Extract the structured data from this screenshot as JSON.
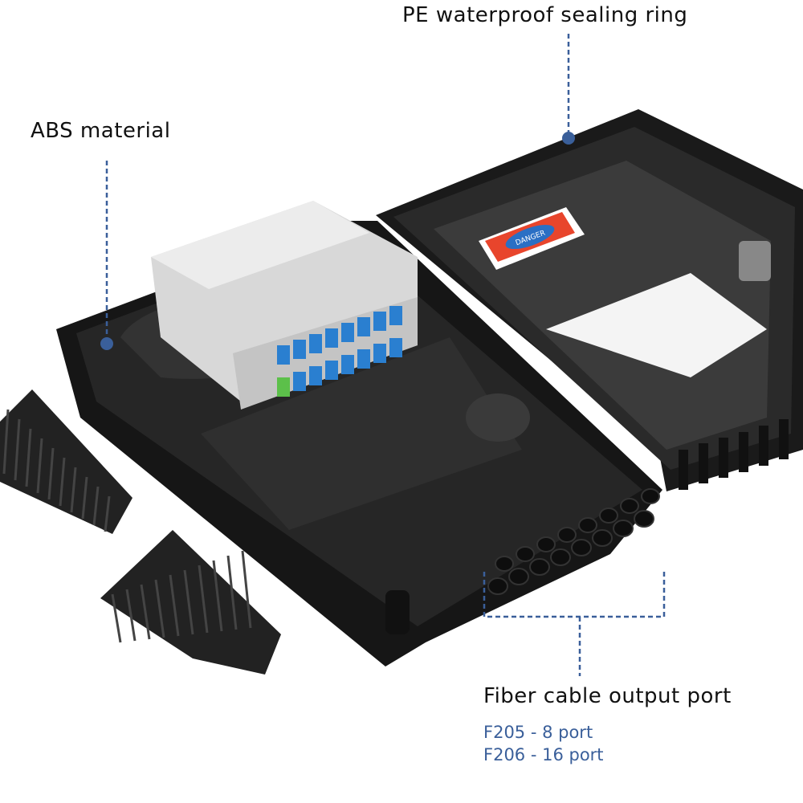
{
  "annotations": {
    "sealing_ring": "PE waterproof sealing ring",
    "material": "ABS material",
    "output_port": "Fiber cable output port",
    "variants": [
      "F205 - 8 port",
      "F206 - 16 port"
    ]
  },
  "product": {
    "warning_label": "DANGER"
  },
  "colors": {
    "annotation": "#3a5f9a",
    "body": "#1c1c1c",
    "adapter_blue": "#2a7fd0",
    "adapter_green": "#5cc04a",
    "splitter": "#d8d8d8",
    "label_red": "#e8452c"
  }
}
